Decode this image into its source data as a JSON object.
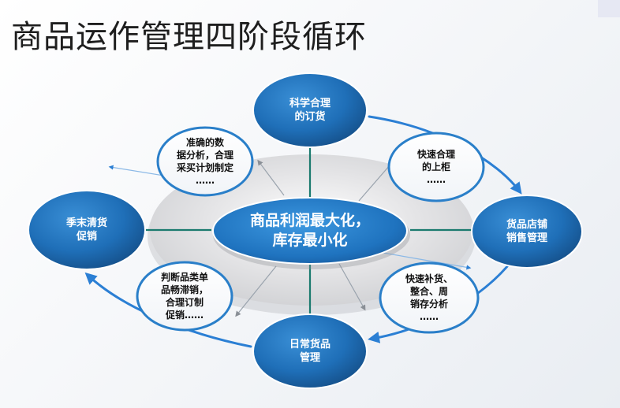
{
  "title": "商品运作管理四阶段循环",
  "center": {
    "line1": "商品利润最大化，",
    "line2": "库存最小化"
  },
  "stages": {
    "top": {
      "line1": "科学合理",
      "line2": "的订货"
    },
    "right": {
      "line1": "货品店铺",
      "line2": "销售管理"
    },
    "bottom": {
      "line1": "日常货品",
      "line2": "管理"
    },
    "left": {
      "line1": "季末清货",
      "line2": "促销"
    }
  },
  "notes": {
    "top_left": {
      "line1": "准确的数",
      "line2": "据分析，合理",
      "line3": "采买计划制定",
      "line4": "……"
    },
    "top_right": {
      "line1": "快速合理",
      "line2": "的上柜",
      "line3": "……"
    },
    "bottom_right": {
      "line1": "快速补货、",
      "line2": "整合、周",
      "line3": "销存分析",
      "line4": "……"
    },
    "bottom_left": {
      "line1": "判断品类单",
      "line2": "品畅滞销，",
      "line3": "合理订制",
      "line4": "促销……"
    }
  },
  "colors": {
    "node_blue": "#1f6fb8",
    "arrow_blue": "#2b7fd4",
    "connector_teal": "#1a7a6e",
    "note_border": "#2a7fc9"
  }
}
